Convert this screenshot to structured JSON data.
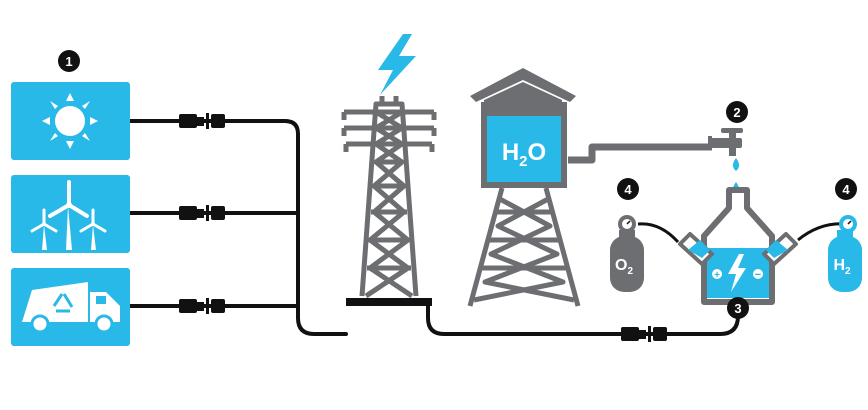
{
  "steps": {
    "source": "1",
    "tap": "2",
    "electrolyzer": "3",
    "tank_left": "4",
    "tank_right": "4"
  },
  "water_tower": {
    "label_main": "H",
    "label_sub": "2",
    "label_tail": "O"
  },
  "tank_oxygen": {
    "label_main": "O",
    "label_sub": "2"
  },
  "tank_hydrogen": {
    "label_main": "H",
    "label_sub": "2"
  },
  "colors": {
    "accent_blue": "#29b9e8",
    "structure_gray": "#6d6e71",
    "dark_gray": "#595a5c",
    "wire_black": "#111111"
  },
  "icons": {
    "sources": [
      "sun-icon",
      "wind-turbine-icon",
      "recycling-truck-icon"
    ],
    "power": "lightning-bolt-icon"
  }
}
